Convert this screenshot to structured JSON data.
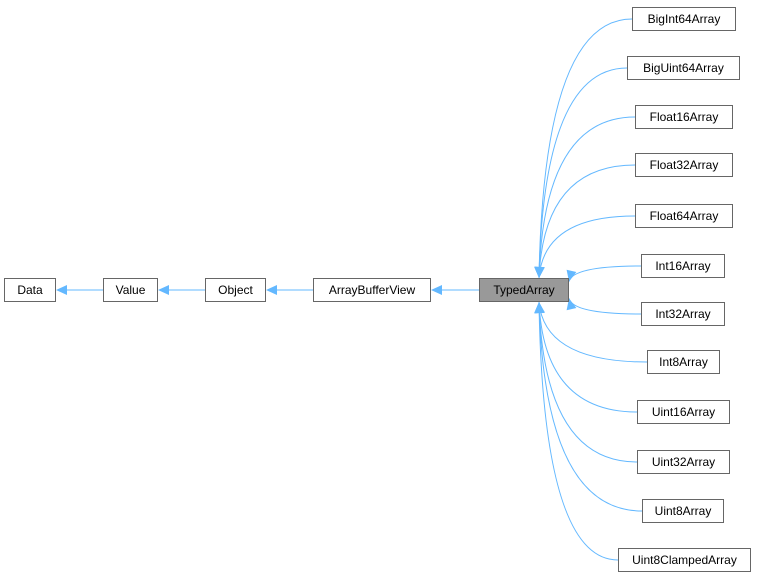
{
  "diagram": {
    "nodes": {
      "data": "Data",
      "value": "Value",
      "object": "Object",
      "array_buffer_view": "ArrayBufferView",
      "typed_array": "TypedArray",
      "big_int64_array": "BigInt64Array",
      "big_uint64_array": "BigUint64Array",
      "float16_array": "Float16Array",
      "float32_array": "Float32Array",
      "float64_array": "Float64Array",
      "int16_array": "Int16Array",
      "int32_array": "Int32Array",
      "int8_array": "Int8Array",
      "uint16_array": "Uint16Array",
      "uint32_array": "Uint32Array",
      "uint8_array": "Uint8Array",
      "uint8_clamped_array": "Uint8ClampedArray"
    },
    "edges": [
      [
        "value",
        "data"
      ],
      [
        "object",
        "value"
      ],
      [
        "array_buffer_view",
        "object"
      ],
      [
        "typed_array",
        "array_buffer_view"
      ],
      [
        "big_int64_array",
        "typed_array"
      ],
      [
        "big_uint64_array",
        "typed_array"
      ],
      [
        "float16_array",
        "typed_array"
      ],
      [
        "float32_array",
        "typed_array"
      ],
      [
        "float64_array",
        "typed_array"
      ],
      [
        "int16_array",
        "typed_array"
      ],
      [
        "int32_array",
        "typed_array"
      ],
      [
        "int8_array",
        "typed_array"
      ],
      [
        "uint16_array",
        "typed_array"
      ],
      [
        "uint32_array",
        "typed_array"
      ],
      [
        "uint8_array",
        "typed_array"
      ],
      [
        "uint8_clamped_array",
        "typed_array"
      ]
    ],
    "colors": {
      "edge": "#63b8ff",
      "node_border": "#666666",
      "current_fill": "#999999"
    }
  }
}
